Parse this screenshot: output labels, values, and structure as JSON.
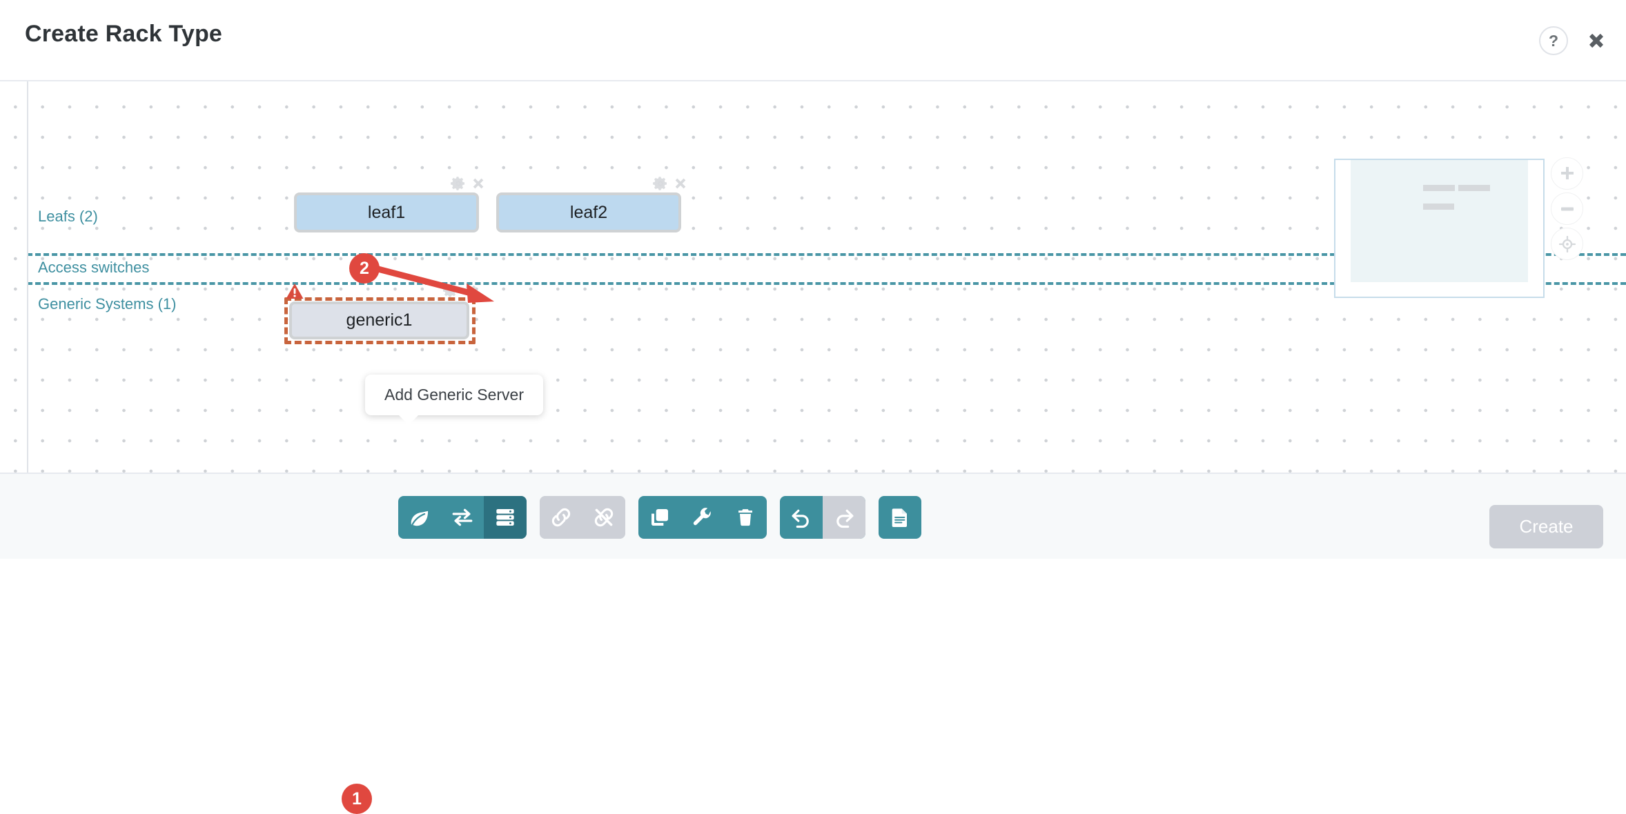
{
  "header": {
    "title": "Create Rack Type",
    "help_label": "?",
    "help_icon": "question-mark-icon",
    "close_icon": "close-x-icon"
  },
  "canvas": {
    "sections": [
      {
        "id": "leafs",
        "label": "Leafs (2)"
      },
      {
        "id": "access",
        "label": "Access switches"
      },
      {
        "id": "generic",
        "label": "Generic Systems (1)"
      }
    ],
    "nodes": [
      {
        "id": "leaf1",
        "label": "leaf1",
        "type": "leaf",
        "selected": false,
        "warning": false
      },
      {
        "id": "leaf2",
        "label": "leaf2",
        "type": "leaf",
        "selected": false,
        "warning": false
      },
      {
        "id": "generic1",
        "label": "generic1",
        "type": "generic",
        "selected": true,
        "warning": true
      }
    ],
    "node_actions": {
      "settings_icon": "gear-icon",
      "remove_icon": "close-x-icon"
    },
    "warning_icon": "warning-triangle-icon",
    "colors": {
      "section_label": "#3e8fa0",
      "divider": "#4a96a6",
      "leaf_fill": "#bdd9ef",
      "generic_fill": "#dde1e9",
      "selection": "#c8643d",
      "grid_dot": "#cfd2d6"
    }
  },
  "minimap": {
    "name": "minimap",
    "zoom_controls": [
      {
        "id": "zoom-in",
        "icon": "plus-icon"
      },
      {
        "id": "zoom-out",
        "icon": "minus-icon"
      },
      {
        "id": "fit",
        "icon": "crosshair-icon"
      }
    ]
  },
  "toolbar": {
    "groups": [
      {
        "disabled": false,
        "buttons": [
          {
            "id": "add-leaf",
            "icon": "leaf-icon",
            "state": "enabled"
          },
          {
            "id": "add-access-switch",
            "icon": "exchange-icon",
            "state": "enabled"
          },
          {
            "id": "add-generic-server",
            "icon": "server-icon",
            "state": "active"
          }
        ]
      },
      {
        "disabled": true,
        "buttons": [
          {
            "id": "link",
            "icon": "link-icon",
            "state": "disabled"
          },
          {
            "id": "unlink",
            "icon": "unlink-icon",
            "state": "disabled"
          }
        ]
      },
      {
        "disabled": false,
        "buttons": [
          {
            "id": "clone",
            "icon": "copy-icon",
            "state": "enabled"
          },
          {
            "id": "edit",
            "icon": "wrench-icon",
            "state": "enabled"
          },
          {
            "id": "delete",
            "icon": "trash-icon",
            "state": "enabled"
          }
        ]
      },
      {
        "disabled": false,
        "buttons": [
          {
            "id": "undo",
            "icon": "undo-icon",
            "state": "enabled"
          },
          {
            "id": "redo",
            "icon": "redo-icon",
            "state": "disabled"
          }
        ]
      },
      {
        "disabled": false,
        "buttons": [
          {
            "id": "document",
            "icon": "document-icon",
            "state": "enabled"
          }
        ]
      }
    ]
  },
  "tooltip": {
    "text": "Add Generic Server"
  },
  "annotations": {
    "badges": [
      {
        "id": "step-1",
        "label": "1",
        "color": "#e0483f",
        "target": "add-generic-server-button"
      },
      {
        "id": "step-2",
        "label": "2",
        "color": "#e0483f",
        "target": "generic1-gear-icon"
      }
    ],
    "arrow_color": "#e0483f"
  },
  "footer": {
    "create_label": "Create",
    "create_enabled": false
  }
}
